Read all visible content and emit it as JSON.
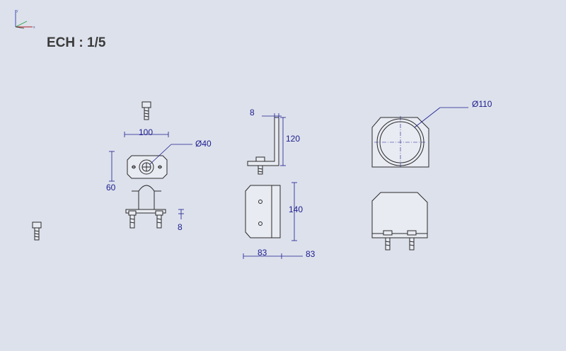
{
  "drawing": {
    "scale_label": "ECH : 1/5",
    "axis": {
      "x": "x",
      "y": "y"
    },
    "dimensions": {
      "clamp_width": "100",
      "clamp_hole": "Ø40",
      "clamp_height": "60",
      "clamp_thickness": "8",
      "bracket_thickness": "8",
      "bracket_height": "120",
      "bracket_plate_height": "140",
      "bracket_width_a": "83",
      "bracket_width_b": "83",
      "housing_bore": "Ø110"
    }
  },
  "colors": {
    "background": "#dde1ec",
    "dimension": "#1c1c8c",
    "outline": "#2a2a2a"
  }
}
